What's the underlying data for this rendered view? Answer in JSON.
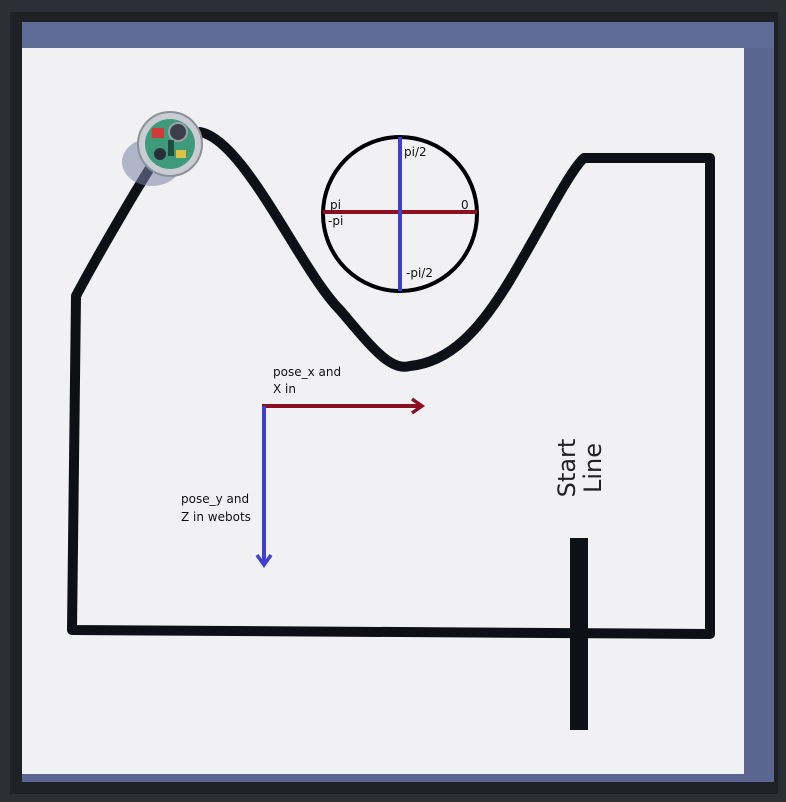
{
  "arena": {
    "floor_color": "#f1f1f4",
    "frame_color": "#262a30",
    "wall_color": "#5a6690",
    "line_color": "#0d1117"
  },
  "labels": {
    "start_line": "Start Line",
    "pose_x_line1": "pose_x and",
    "pose_x_line2": "X in",
    "pose_y_line1": "pose_y and",
    "pose_y_line2": "Z in webots"
  },
  "angle_diagram": {
    "top": "pi/2",
    "left_top": "pi",
    "left_bottom": "-pi",
    "right": "0",
    "bottom": "-pi/2",
    "horizontal_color": "#8b0f1f",
    "vertical_color": "#4040d0"
  },
  "axes": {
    "x_color": "#8b0f1f",
    "y_color": "#4040d0"
  },
  "robot": {
    "name": "e-puck-robot-icon"
  }
}
